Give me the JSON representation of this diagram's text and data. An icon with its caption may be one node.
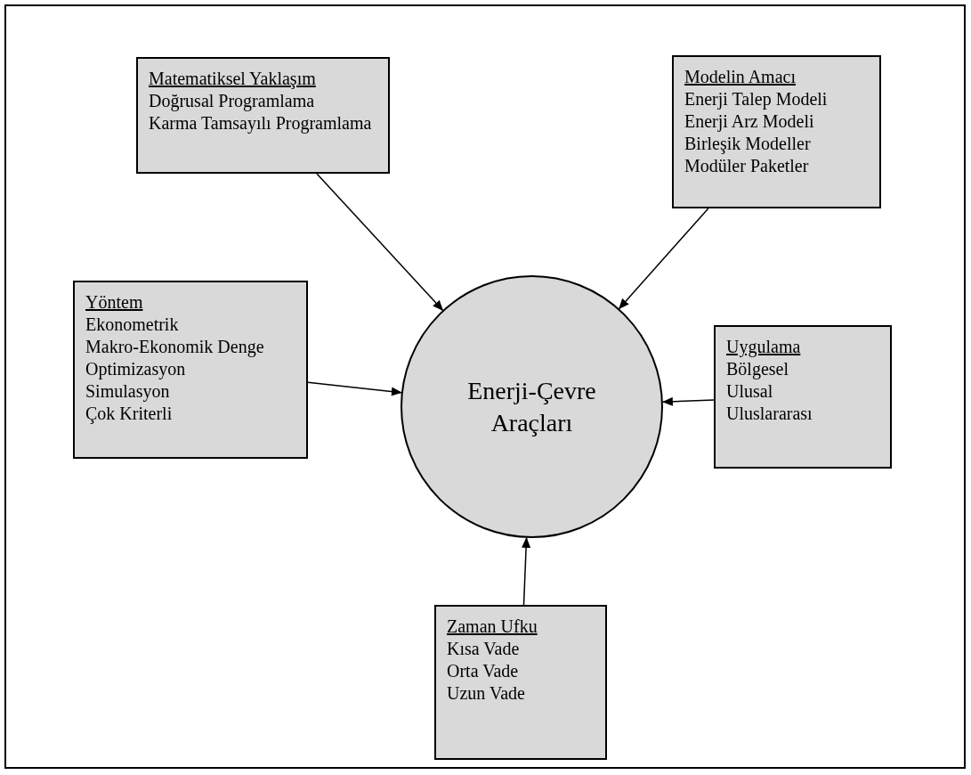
{
  "diagram": {
    "nodes": [
      {
        "text": [
          "Matematiksel Yaklaşım",
          "Doğrusal Programlama",
          "Karma Tamsayılı Programlama"
        ]
      },
      {
        "text": [
          "Modelin Amacı",
          "Enerji Talep Modeli",
          "Enerji Arz Modeli",
          "Birleşik Modeller",
          "Modüler Paketler"
        ]
      },
      {
        "text": [
          "Yöntem",
          "Ekonometrik",
          "Makro-Ekonomik Denge",
          "Optimizasyon",
          "Simulasyon",
          "Çok Kriterli"
        ]
      },
      {
        "text": [
          "Enerji-Çevre Araçları"
        ]
      },
      {
        "text": [
          "Uygulama",
          "Bölgesel",
          "Ulusal",
          "Uluslararası"
        ]
      },
      {
        "text": [
          "Zaman Ufku",
          "Kısa Vade",
          "Orta Vade",
          "Uzun Vade"
        ]
      }
    ],
    "edges": [
      {
        "from": 0,
        "to": 3,
        "arrow": "to"
      },
      {
        "from": 1,
        "to": 3,
        "arrow": "to"
      },
      {
        "from": 2,
        "to": 3,
        "arrow": "to"
      },
      {
        "from": 4,
        "to": 3,
        "arrow": "to"
      },
      {
        "from": 5,
        "to": 3,
        "arrow": "to"
      }
    ]
  }
}
